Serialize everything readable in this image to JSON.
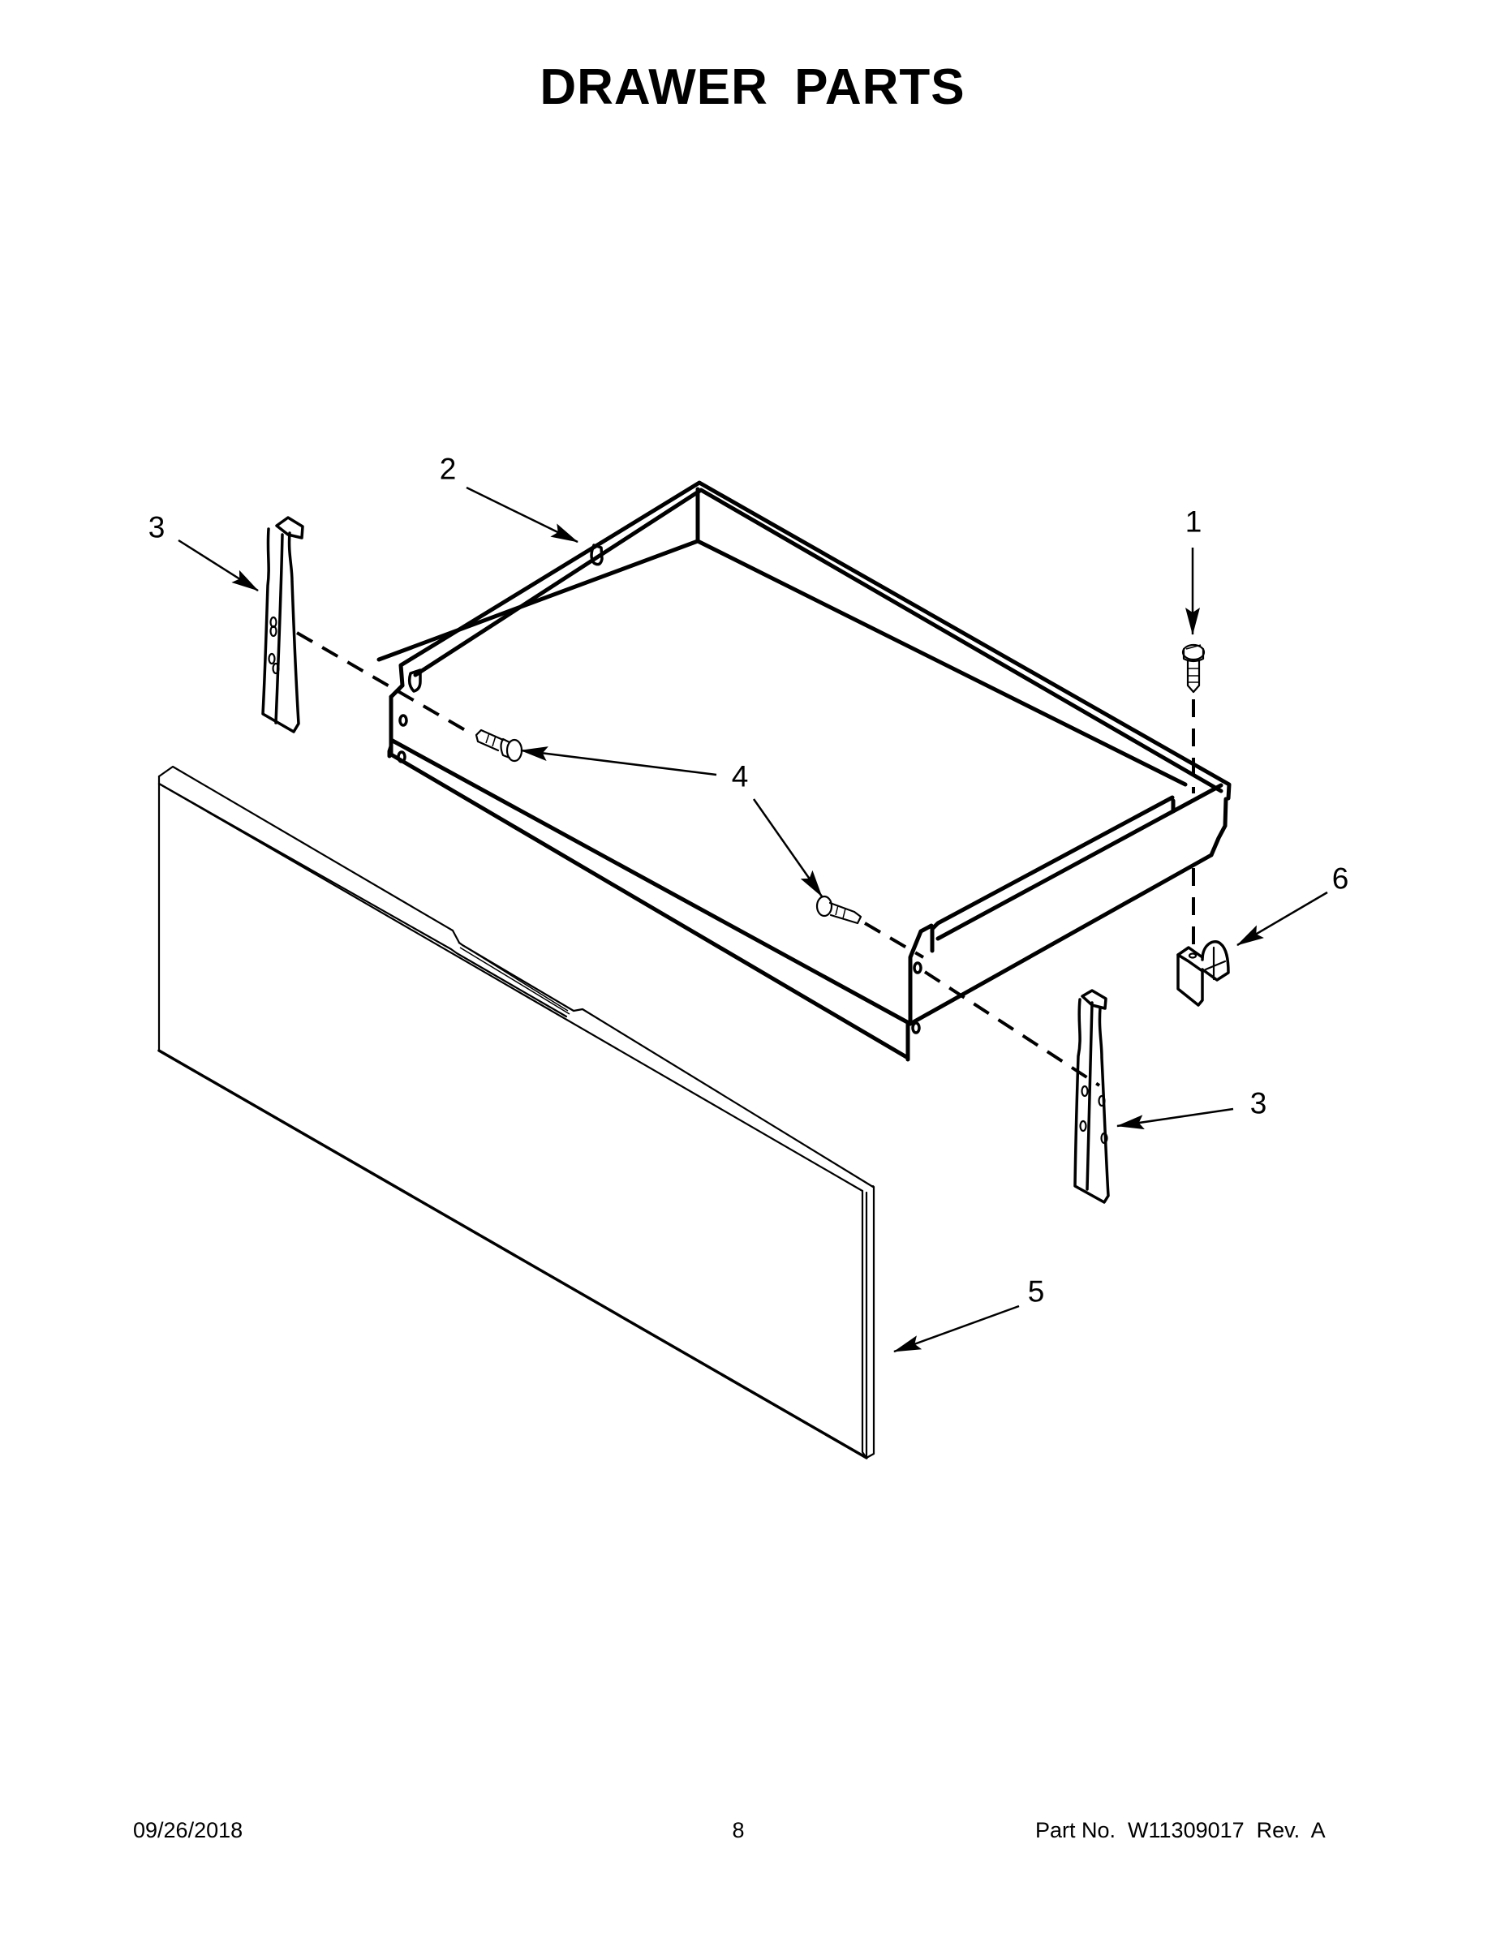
{
  "page": {
    "title": "DRAWER PARTS",
    "background_color": "#ffffff",
    "ink_color": "#000000"
  },
  "callouts": [
    {
      "id": "callout-1",
      "label": "1",
      "part": "screw (drawer glide)"
    },
    {
      "id": "callout-2",
      "label": "2",
      "part": "drawer box"
    },
    {
      "id": "callout-3-left",
      "label": "3",
      "part": "drawer glide bracket (left)"
    },
    {
      "id": "callout-3-right",
      "label": "3",
      "part": "drawer glide bracket (right)"
    },
    {
      "id": "callout-4",
      "label": "4",
      "part": "screw (side)"
    },
    {
      "id": "callout-5",
      "label": "5",
      "part": "drawer front panel"
    },
    {
      "id": "callout-6",
      "label": "6",
      "part": "glide clip"
    }
  ],
  "footer": {
    "date": "09/26/2018",
    "page_number": "8",
    "part_number": "Part No.  W11309017  Rev.  A"
  }
}
